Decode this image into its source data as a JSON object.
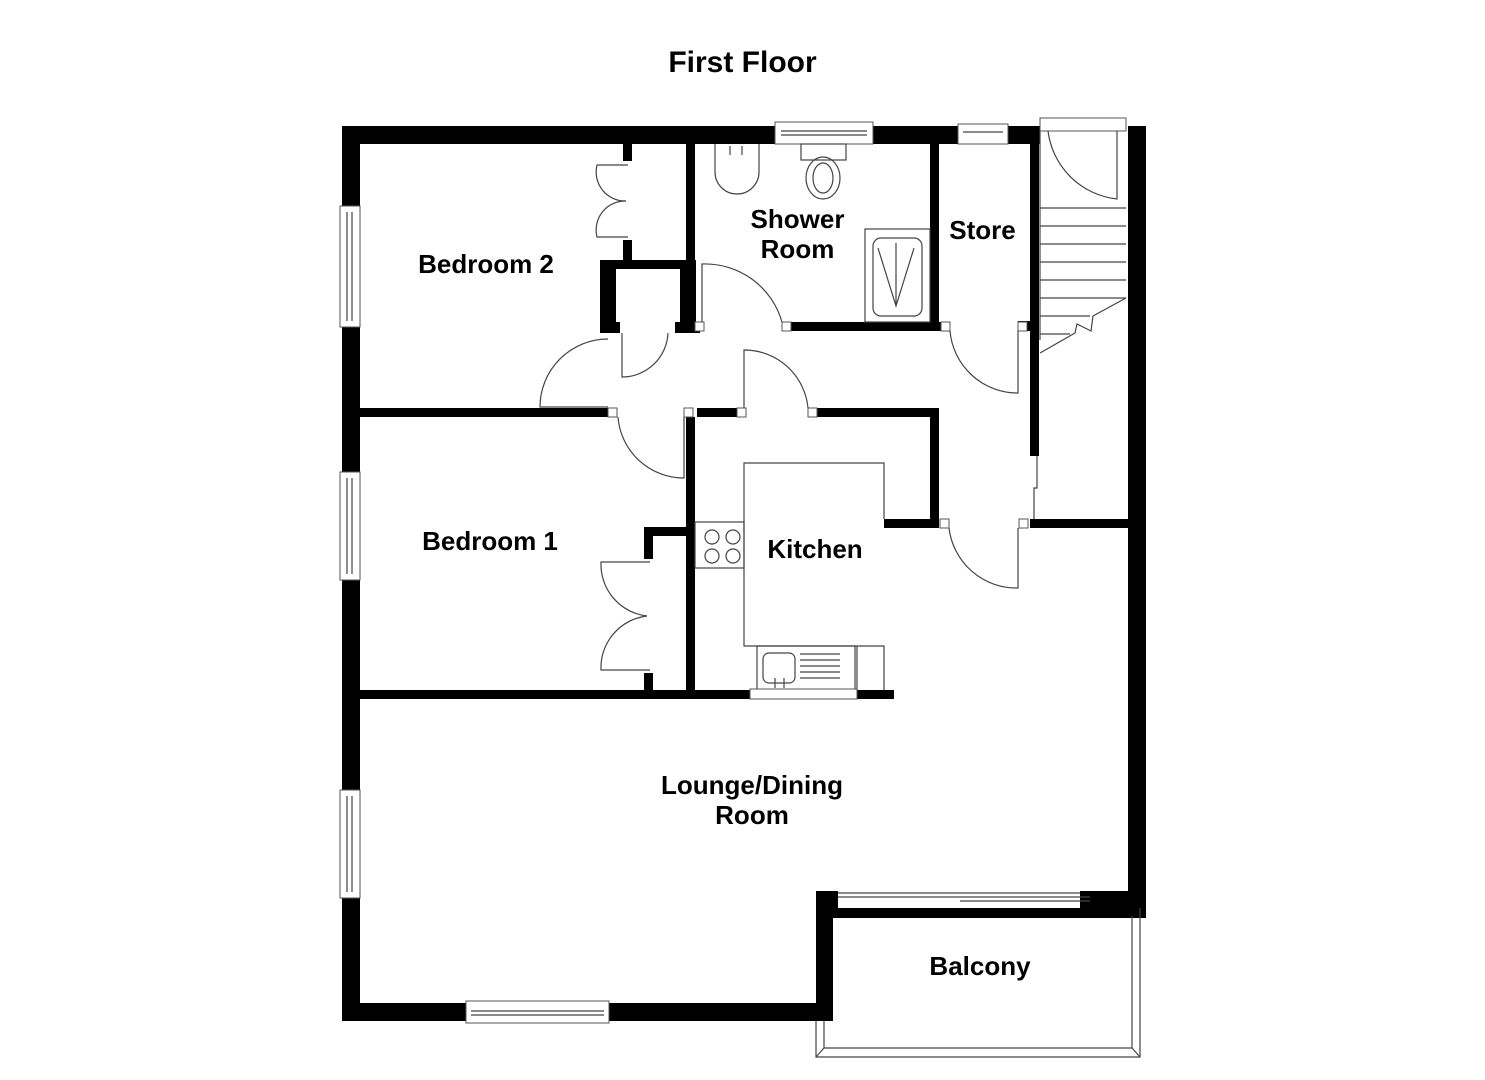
{
  "plan": {
    "title": "First Floor",
    "wall_color": "#000000",
    "background": "#ffffff"
  },
  "rooms": {
    "bedroom2": "Bedroom 2",
    "shower_room": "Shower\nRoom",
    "store": "Store",
    "bedroom1": "Bedroom 1",
    "kitchen": "Kitchen",
    "lounge": "Lounge/Dining\nRoom",
    "balcony": "Balcony"
  }
}
